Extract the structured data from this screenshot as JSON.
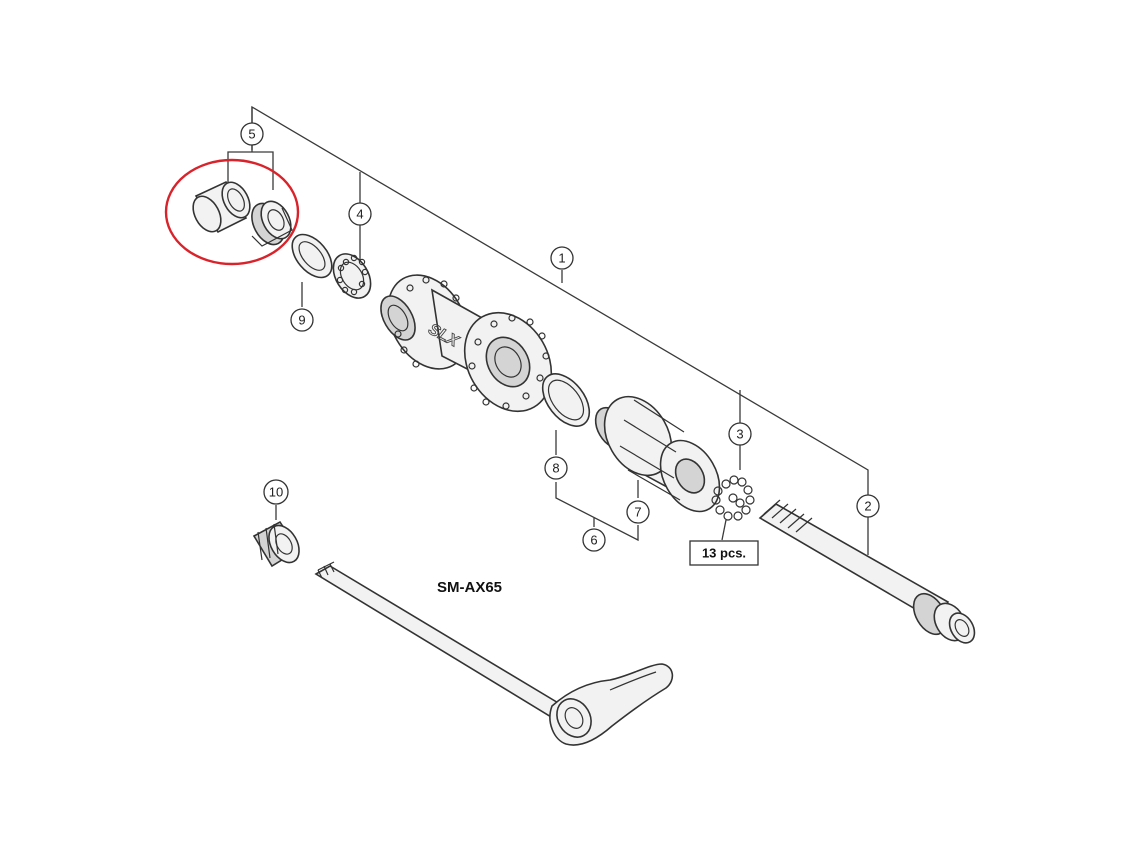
{
  "model_label": "SM-AX65",
  "quantity_label": "13 pcs.",
  "brand_mark": "SLX",
  "highlight_color": "#d9232b",
  "callouts": [
    "1",
    "2",
    "3",
    "4",
    "5",
    "6",
    "7",
    "8",
    "9",
    "10"
  ]
}
